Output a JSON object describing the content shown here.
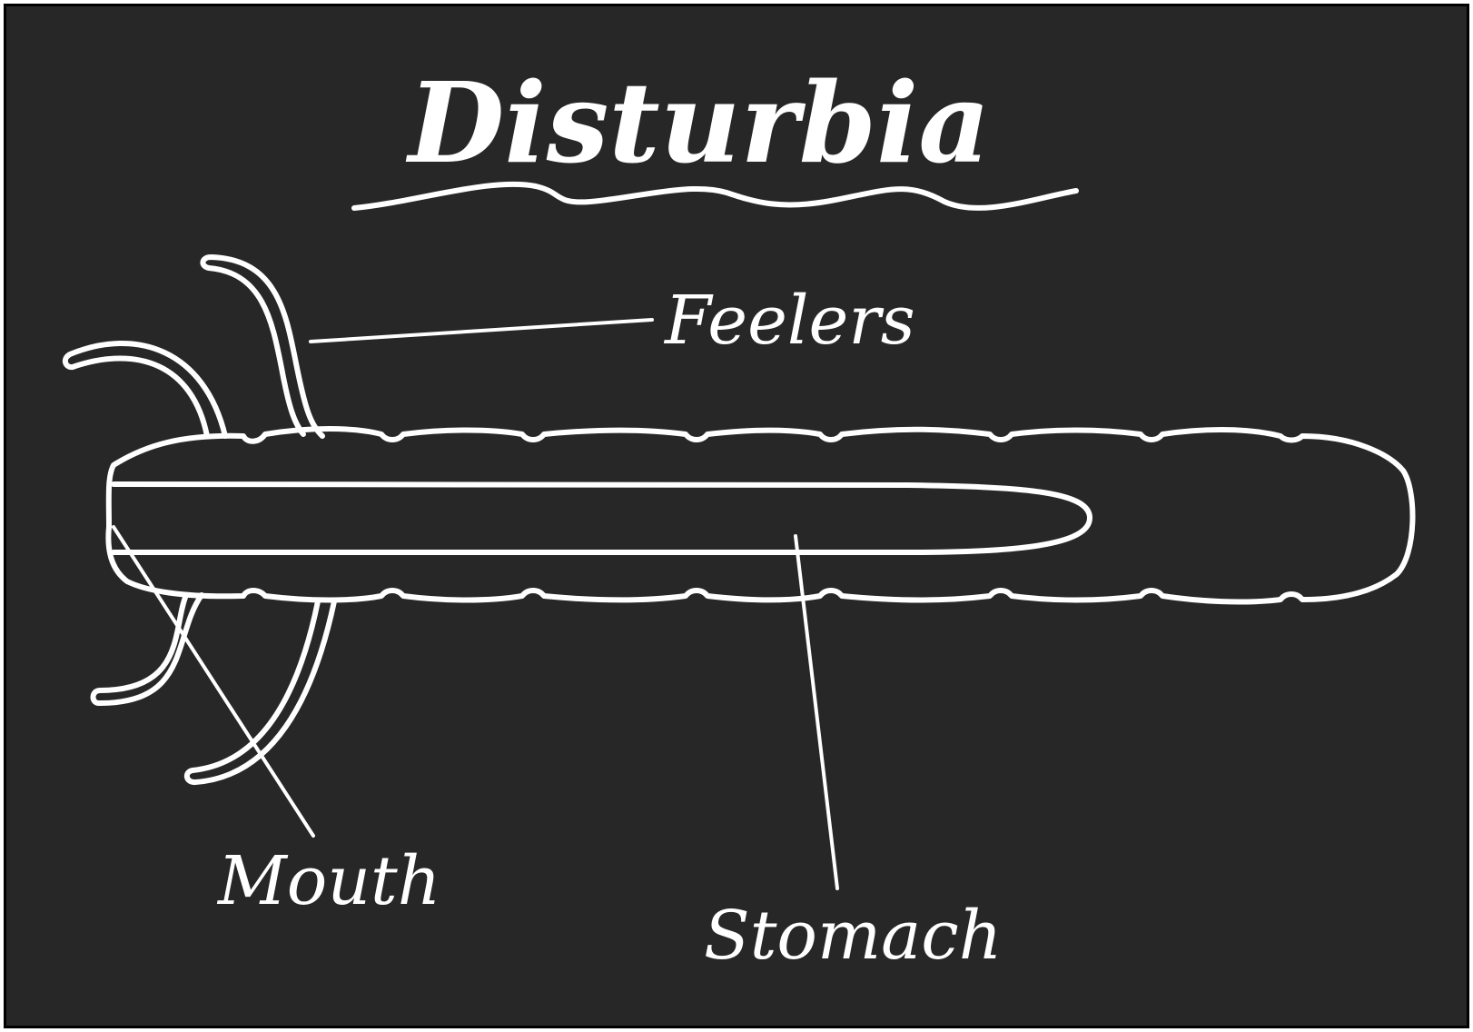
{
  "title": "Disturbia",
  "labels": {
    "feelers": "Feelers",
    "mouth": "Mouth",
    "stomach": "Stomach"
  },
  "colors": {
    "background": "#272727",
    "ink": "#ffffff",
    "frame": "#000000"
  }
}
